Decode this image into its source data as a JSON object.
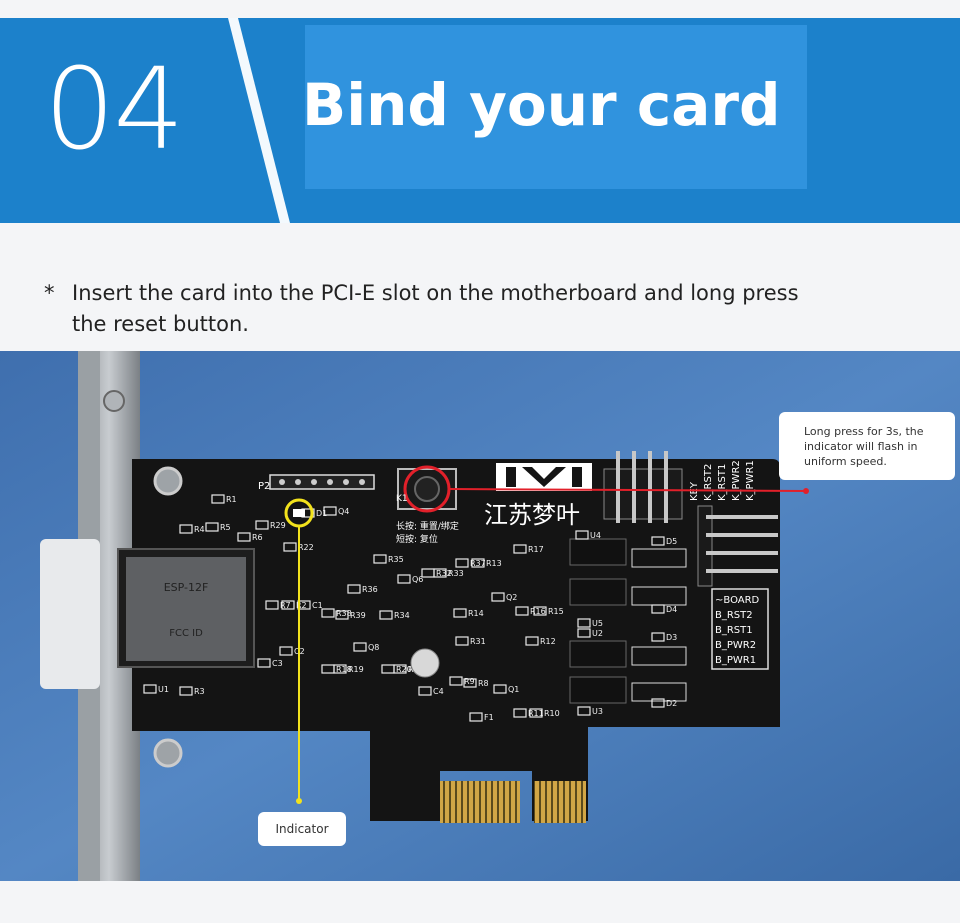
{
  "header": {
    "step_number": "04",
    "title": "Bind your card"
  },
  "instruction": {
    "bullet": "*",
    "line1": "Insert the card into the PCI-E slot on the motherboard and long press",
    "line2": "the reset button."
  },
  "photo": {
    "logo_chinese": "江苏梦叶",
    "button_label": "K1",
    "button_caption_1": "长按: 重置/绑定",
    "button_caption_2": "短按: 复位",
    "header_top": "P2",
    "top_pins": [
      "KEY",
      "K_RST2",
      "K_RST1",
      "K_PWR2",
      "K_PWR1"
    ],
    "board_pins": [
      "~BOARD",
      "B_RST2",
      "B_RST1",
      "B_PWR2",
      "B_PWR1"
    ],
    "components": [
      "R1",
      "R4",
      "R5",
      "R6",
      "R29",
      "R22",
      "D1",
      "Q4",
      "R35",
      "R36",
      "Q6",
      "R32",
      "R33",
      "R37",
      "R13",
      "R17",
      "U4",
      "D5",
      "D4",
      "Q2",
      "R14",
      "R16",
      "R15",
      "U5",
      "U2",
      "D3",
      "R12",
      "R11",
      "R10",
      "U3",
      "D2",
      "R9",
      "R8",
      "R31",
      "R34",
      "R38",
      "R39",
      "R7",
      "R2",
      "C1",
      "C2",
      "C3",
      "C4",
      "Q8",
      "R18",
      "R19",
      "R20",
      "R21",
      "R3",
      "F1",
      "Q1",
      "U1"
    ],
    "module_text_1": "ESP-12F",
    "module_text_2": "FCC ID"
  },
  "callouts": {
    "long_press": [
      "Long press for 3s, the",
      "indicator will flash in",
      "uniform speed."
    ],
    "indicator": "Indicator"
  },
  "colors": {
    "banner_blue": "#1c81cb",
    "title_box_blue": "#3093de",
    "photo_bg_blue": "#4a7dbb",
    "pcb_black": "#141414",
    "gold_finger": "#c9a03c",
    "highlight_red": "#e2202a",
    "highlight_yellow": "#f2e21c"
  }
}
